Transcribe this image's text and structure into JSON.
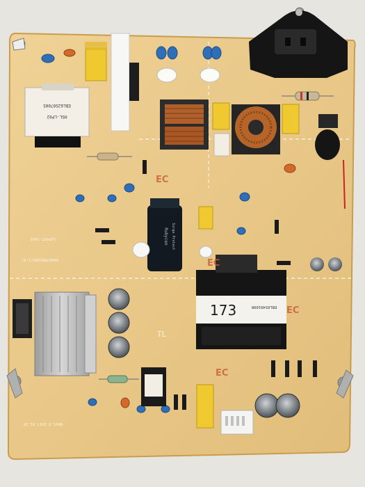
{
  "image": {
    "subject": "LG LCD TV power supply board (component side)",
    "colors": {
      "background": "#e9e7e2",
      "pcb": "#e8c98a",
      "pcb_edge": "#c99c4e",
      "silkscreen": "#fbf4e4",
      "ec_marks": "#c85c3a",
      "yellow_cap": "#f0c830",
      "blue_cap": "#2e6fb8",
      "black_part": "#1a1a1a",
      "heatsink": "#b8b8b8",
      "copper": "#b5652a"
    }
  },
  "labels": {
    "transformer_code": "173",
    "transformer_part": "EBL65401008",
    "transformer_small": "EBL62507005",
    "board_id": "EAX67865201(1.8)",
    "lgp": "LGP43T-19U1",
    "rev": "REV1.0 2017.01.29",
    "capacitor_x2": "Surge Protect",
    "capacitor_brand": "Rubycon",
    "ec_mark": "EC",
    "tl": "TL"
  }
}
